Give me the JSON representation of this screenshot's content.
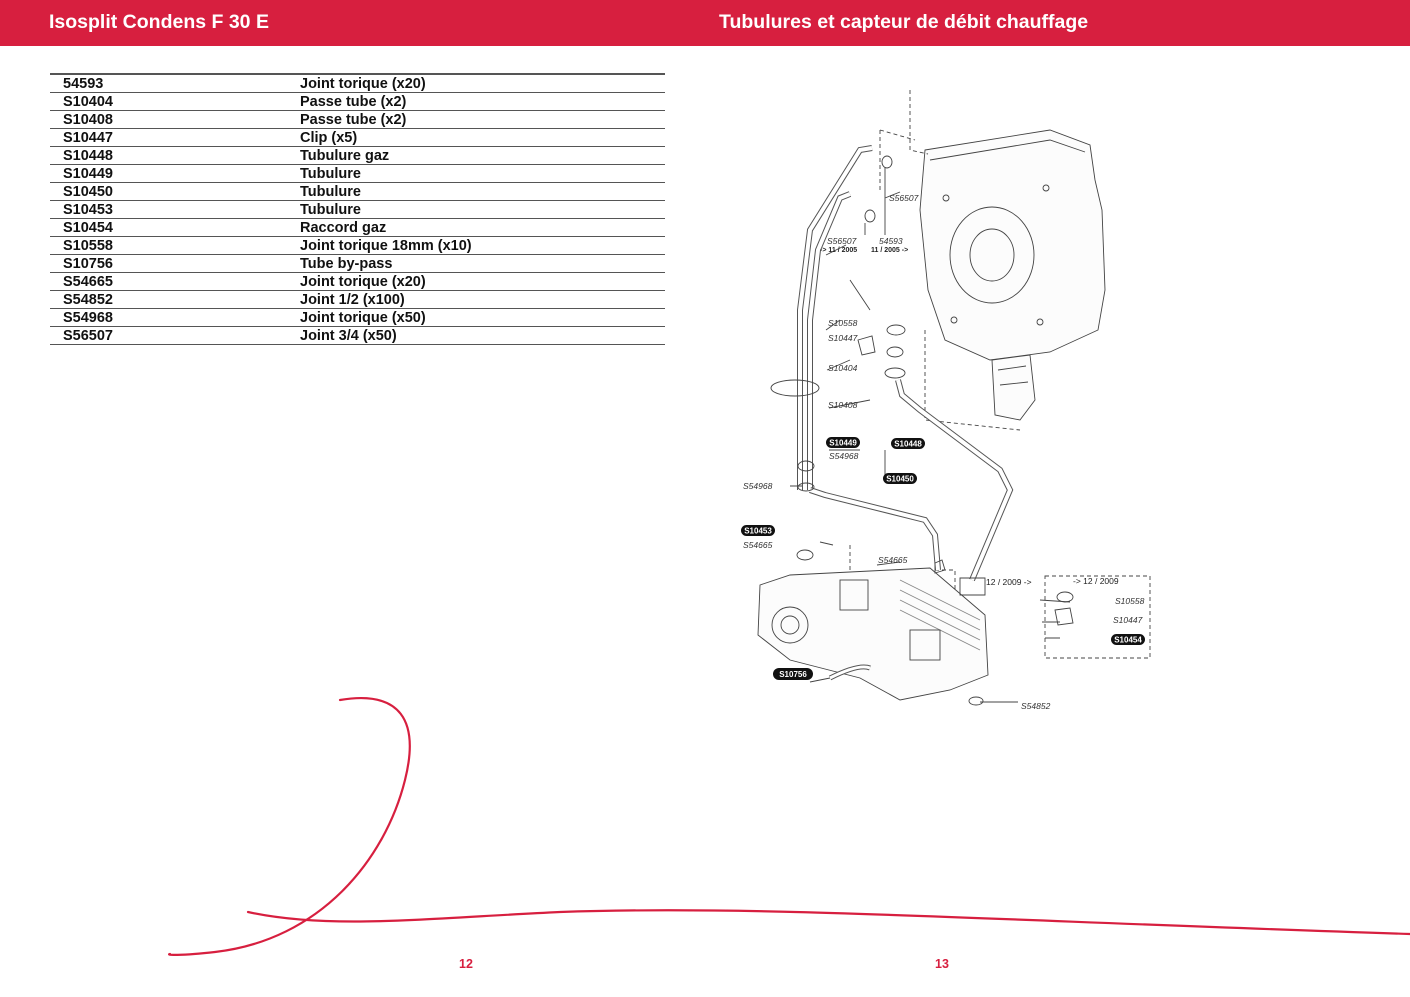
{
  "header": {
    "left_title": "Isosplit Condens F 30 E",
    "right_title": "Tubulures et capteur de débit chauffage"
  },
  "parts": [
    {
      "ref": "54593",
      "desc": "Joint torique (x20)"
    },
    {
      "ref": "S10404",
      "desc": "Passe tube (x2)"
    },
    {
      "ref": "S10408",
      "desc": "Passe tube (x2)"
    },
    {
      "ref": "S10447",
      "desc": "Clip (x5)"
    },
    {
      "ref": "S10448",
      "desc": "Tubulure gaz"
    },
    {
      "ref": "S10449",
      "desc": "Tubulure"
    },
    {
      "ref": "S10450",
      "desc": "Tubulure"
    },
    {
      "ref": "S10453",
      "desc": "Tubulure"
    },
    {
      "ref": "S10454",
      "desc": "Raccord gaz"
    },
    {
      "ref": "S10558",
      "desc": "Joint torique 18mm (x10)"
    },
    {
      "ref": "S10756",
      "desc": "Tube by-pass"
    },
    {
      "ref": "S54665",
      "desc": "Joint torique (x20)"
    },
    {
      "ref": "S54852",
      "desc": "Joint 1/2 (x100)"
    },
    {
      "ref": "S54968",
      "desc": "Joint torique (x50)"
    },
    {
      "ref": "S56507",
      "desc": "Joint 3/4 (x50)"
    }
  ],
  "diagram": {
    "labels": {
      "s56507_top": "S56507",
      "s56507_mid": "S56507",
      "date_before_2005": "-> 11 / 2005",
      "p54593": "54593",
      "date_after_2005": "11 / 2005 ->",
      "s10558_top": "S10558",
      "s10447_top": "S10447",
      "s10404": "S10404",
      "s10408": "S10408",
      "s54968_a": "S54968",
      "s54968_b": "S54968",
      "s54665_a": "S54665",
      "s54665_b": "S54665",
      "date_after_2009": "12 / 2009 ->",
      "date_before_2009": "-> 12 / 2009",
      "s10558_box": "S10558",
      "s10447_box": "S10447",
      "s54852": "S54852"
    },
    "callouts": {
      "s10449": "S10449",
      "s10448": "S10448",
      "s10450": "S10450",
      "s10453": "S10453",
      "s10454": "S10454",
      "s10756": "S10756"
    }
  },
  "footer": {
    "page_left": "12",
    "page_right": "13"
  },
  "colors": {
    "brand_red": "#d71f3f"
  }
}
